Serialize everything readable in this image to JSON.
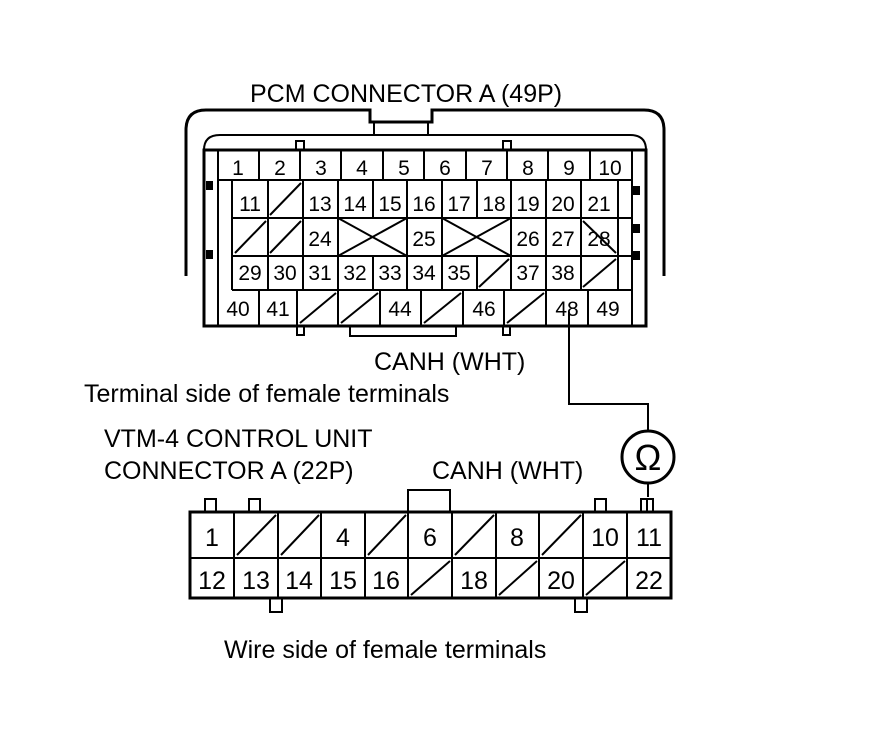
{
  "pcm_connector": {
    "title": "PCM CONNECTOR A (49P)",
    "side_label": "Terminal side of female terminals",
    "wire_label": "CANH (WHT)",
    "pins": [
      "1",
      "2",
      "3",
      "4",
      "5",
      "6",
      "7",
      "8",
      "9",
      "10",
      "11",
      "13",
      "14",
      "15",
      "16",
      "17",
      "18",
      "19",
      "20",
      "21",
      "24",
      "25",
      "26",
      "27",
      "28",
      "29",
      "30",
      "31",
      "32",
      "33",
      "34",
      "35",
      "37",
      "38",
      "40",
      "41",
      "44",
      "46",
      "48",
      "49"
    ]
  },
  "vtm4_connector": {
    "title_line1": "VTM-4 CONTROL UNIT",
    "title_line2": "CONNECTOR A (22P)",
    "side_label": "Wire side of female terminals",
    "wire_label": "CANH (WHT)",
    "pins": [
      "1",
      "4",
      "6",
      "8",
      "10",
      "11",
      "12",
      "13",
      "14",
      "15",
      "16",
      "18",
      "20",
      "22"
    ]
  },
  "meter": {
    "symbol": "Ω",
    "icon": "ohmmeter-icon"
  }
}
